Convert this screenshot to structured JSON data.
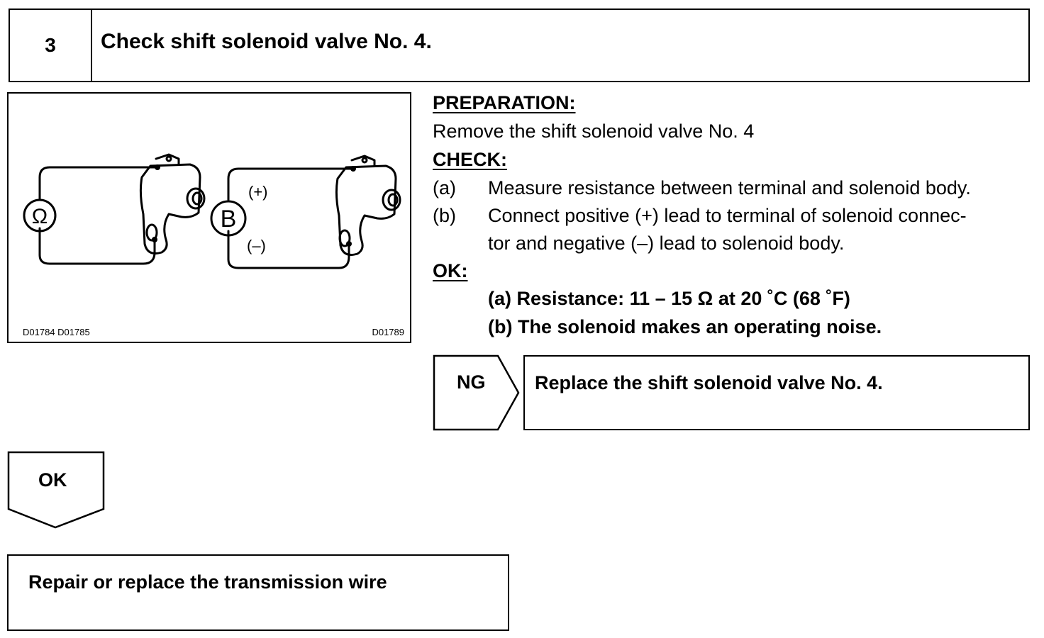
{
  "step": {
    "number": "3",
    "title": "Check shift solenoid valve No. 4."
  },
  "figure": {
    "meter_symbol": "Ω",
    "battery_symbol": "B",
    "positive_label": "(+)",
    "negative_label": "(–)",
    "code_left": "D01784  D01785",
    "code_right": "D01789"
  },
  "preparation": {
    "heading": "PREPARATION:",
    "text": "Remove the shift solenoid valve No. 4"
  },
  "check": {
    "heading": "CHECK:",
    "items": [
      {
        "marker": "(a)",
        "lines": [
          "Measure resistance between terminal and solenoid body."
        ]
      },
      {
        "marker": "(b)",
        "lines": [
          "Connect positive (+) lead to terminal of solenoid connec-",
          "tor and negative (–) lead to solenoid body."
        ]
      }
    ]
  },
  "ok_spec": {
    "heading": "OK:",
    "items": [
      "(a) Resistance: 11 – 15 Ω at 20 ˚C (68 ˚F)",
      "(b) The solenoid makes an operating noise."
    ]
  },
  "ng": {
    "label": "NG",
    "action": "Replace the shift solenoid valve No. 4."
  },
  "ok": {
    "label": "OK",
    "action": "Repair or replace the transmission wire"
  }
}
